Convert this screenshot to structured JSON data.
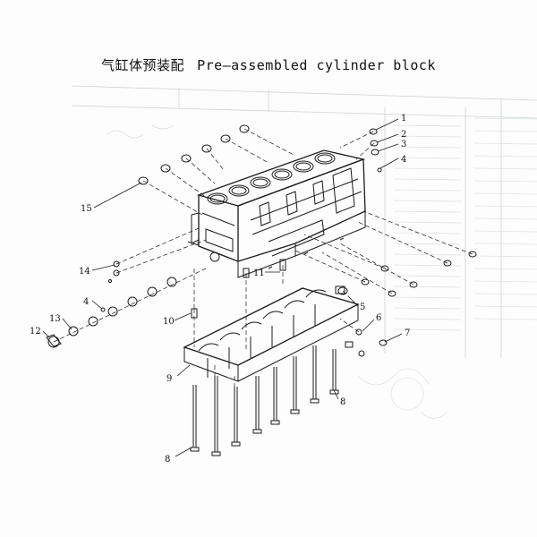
{
  "title": {
    "chinese": "气缸体预装配",
    "english": "Pre—assembled cylinder block"
  },
  "colors": {
    "ink": "#1a1a1a",
    "ghost_table": "#c9ced3",
    "paper": "#fdfdfd"
  },
  "callouts": {
    "c1": "1",
    "c2": "2",
    "c3": "3",
    "c4a": "4",
    "c4b": "4",
    "c5": "5",
    "c6": "6",
    "c7": "7",
    "c8a": "8",
    "c8b": "8",
    "c9": "9",
    "c10": "10",
    "c11": "11",
    "c12": "12",
    "c13": "13",
    "c14": "14",
    "c15": "15"
  }
}
